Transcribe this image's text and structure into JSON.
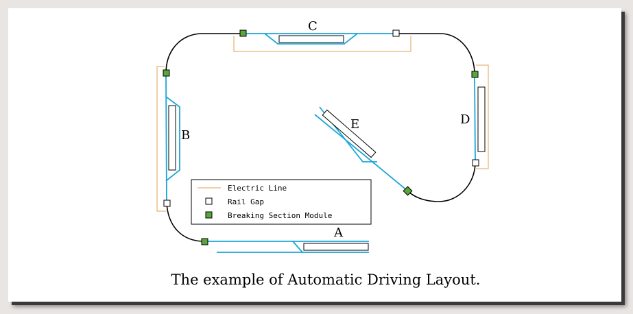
{
  "colors": {
    "track": "#1aa6d8",
    "curve": "#000000",
    "electric": "#e0a050",
    "module": "#5aa53c",
    "gap": "#ffffff"
  },
  "stations": {
    "a": "A",
    "b": "B",
    "c": "C",
    "d": "D",
    "e": "E"
  },
  "legend": {
    "electric_line": "Electric Line",
    "rail_gap": "Rail Gap",
    "breaking_module": "Breaking Section Module"
  },
  "caption": "The example of Automatic Driving Layout."
}
